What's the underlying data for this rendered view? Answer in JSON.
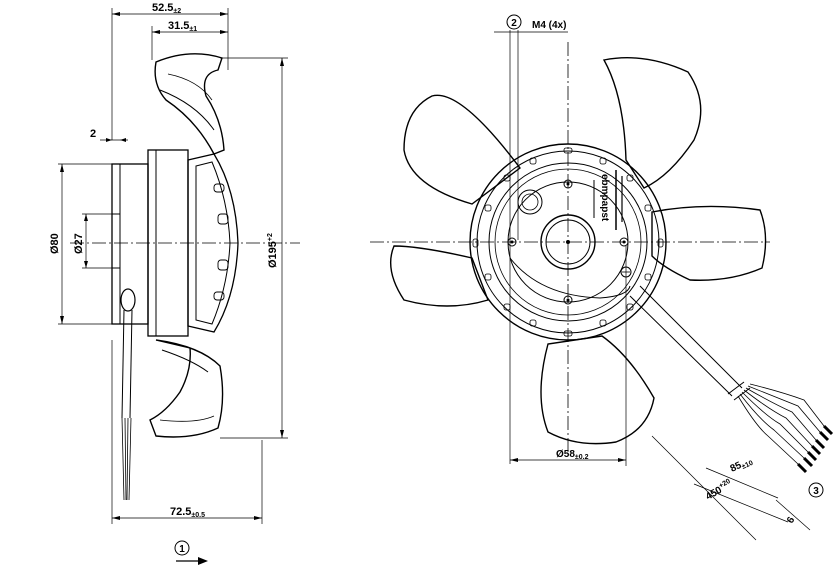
{
  "dimensions": {
    "width_total": {
      "value": "52.5",
      "tol": "±2"
    },
    "width_hub": {
      "value": "31.5",
      "tol": "±1"
    },
    "flange_thk": {
      "value": "2"
    },
    "dia_80": {
      "value": "Ø80"
    },
    "dia_27": {
      "value": "Ø27"
    },
    "dia_195": {
      "value": "Ø195",
      "tol": "+2"
    },
    "length_total": {
      "value": "72.5",
      "tol": "±0.5"
    },
    "screw": {
      "value": "M4 (4x)"
    },
    "dia_58": {
      "value": "Ø58",
      "tol": "±0.2"
    },
    "lead_85": {
      "value": "85",
      "tol": "±10"
    },
    "lead_450": {
      "value": "450",
      "tol": "+20"
    },
    "strip_6": {
      "value": "6"
    }
  },
  "callouts": {
    "c1": "1",
    "c2": "2",
    "c3": "3"
  },
  "label": {
    "brand": "ebmpapst"
  }
}
